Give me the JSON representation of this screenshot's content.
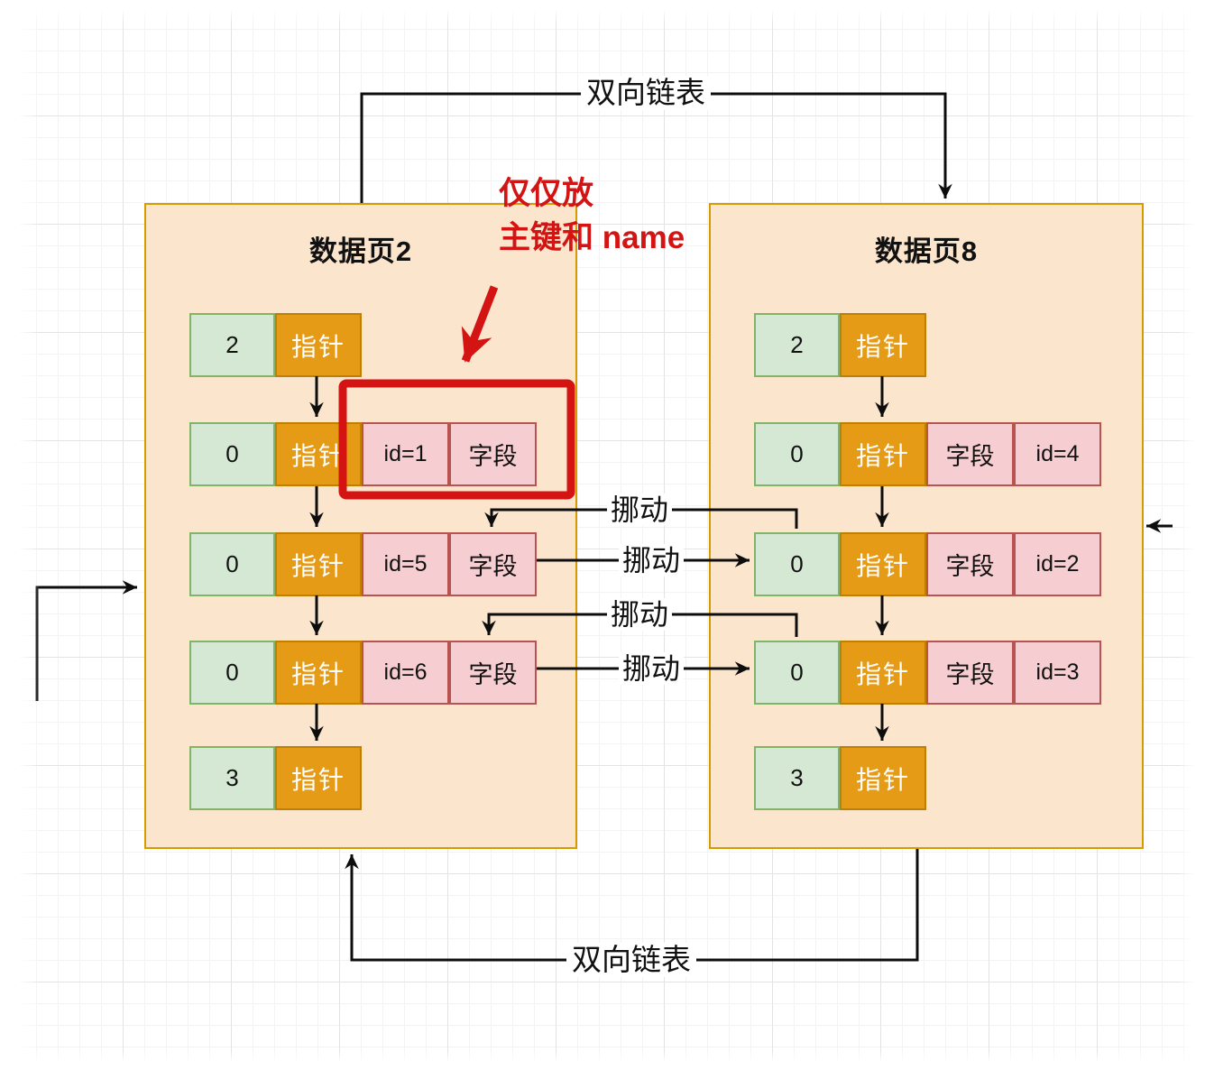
{
  "pages": [
    {
      "title": "数据页2",
      "rows": [
        {
          "slot": "2",
          "pointer": "指针"
        },
        {
          "slot": "0",
          "pointer": "指针",
          "key": "id=1",
          "field": "字段"
        },
        {
          "slot": "0",
          "pointer": "指针",
          "key": "id=5",
          "field": "字段"
        },
        {
          "slot": "0",
          "pointer": "指针",
          "key": "id=6",
          "field": "字段"
        },
        {
          "slot": "3",
          "pointer": "指针"
        }
      ]
    },
    {
      "title": "数据页8",
      "rows": [
        {
          "slot": "2",
          "pointer": "指针"
        },
        {
          "slot": "0",
          "pointer": "指针",
          "field": "字段",
          "key": "id=4"
        },
        {
          "slot": "0",
          "pointer": "指针",
          "field": "字段",
          "key": "id=2"
        },
        {
          "slot": "0",
          "pointer": "指针",
          "field": "字段",
          "key": "id=3"
        },
        {
          "slot": "3",
          "pointer": "指针"
        }
      ]
    }
  ],
  "annotations": {
    "top_link_label": "双向链表",
    "bottom_link_label": "双向链表",
    "move_label": "挪动",
    "note_line1": "仅仅放",
    "note_line2": "主键和 name"
  },
  "colors": {
    "page_fill": "#fce5cd",
    "page_border": "#d79b00",
    "slot_fill": "#d5e8d4",
    "slot_border": "#82b366",
    "pointer_fill": "#e69b17",
    "pointer_border": "#c07f00",
    "record_fill": "#f6cdd0",
    "record_border": "#b85450",
    "highlight_red": "#d41313",
    "connector_black": "#0d0d0d"
  }
}
